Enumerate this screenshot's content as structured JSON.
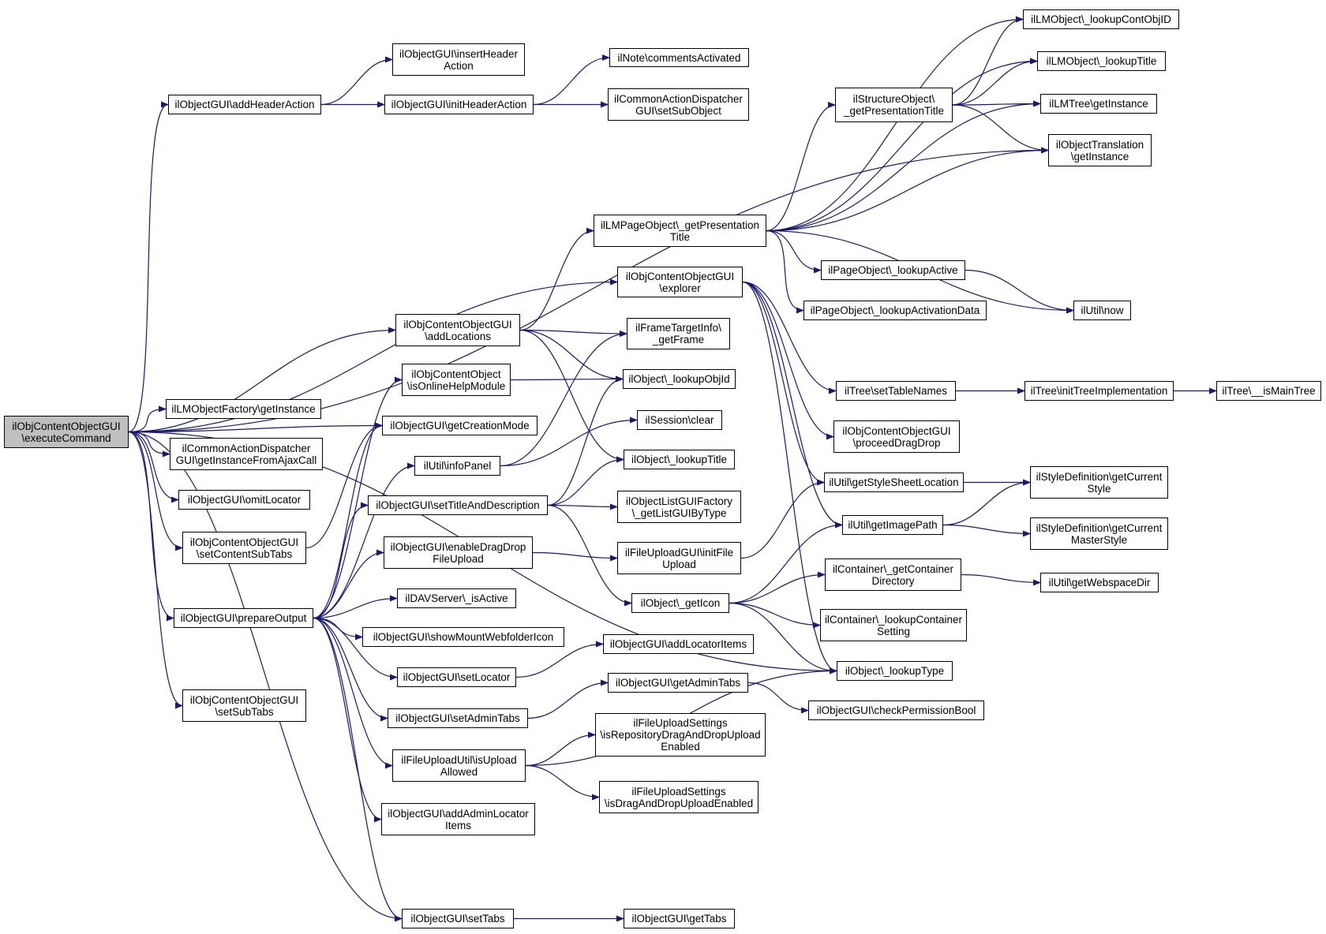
{
  "colors": {
    "edge": "#191970",
    "node_border": "#000000",
    "root_fill": "#bfbfbf"
  },
  "nodes": [
    {
      "id": "root",
      "label": "ilObjContentObjectGUI\n\\executeCommand",
      "root": true
    },
    {
      "id": "addHeaderAction",
      "label": "ilObjectGUI\\addHeaderAction"
    },
    {
      "id": "insertHeaderAction",
      "label": "ilObjectGUI\\insertHeader\nAction"
    },
    {
      "id": "initHeaderAction",
      "label": "ilObjectGUI\\initHeaderAction"
    },
    {
      "id": "commentsActivated",
      "label": "ilNote\\commentsActivated"
    },
    {
      "id": "setSubObject",
      "label": "ilCommonActionDispatcher\nGUI\\setSubObject"
    },
    {
      "id": "lookupContObjID",
      "label": "ilLMObject\\_lookupContObjID"
    },
    {
      "id": "lmLookupTitle",
      "label": "ilLMObject\\_lookupTitle"
    },
    {
      "id": "structPresTitle",
      "label": "ilStructureObject\\\n_getPresentationTitle"
    },
    {
      "id": "lmTreeGetInstance",
      "label": "ilLMTree\\getInstance"
    },
    {
      "id": "objTransGetInstance",
      "label": "ilObjectTranslation\n\\getInstance"
    },
    {
      "id": "lmPagePresTitle",
      "label": "ilLMPageObject\\_getPresentation\nTitle"
    },
    {
      "id": "pageLookupActive",
      "label": "ilPageObject\\_lookupActive"
    },
    {
      "id": "pageLookupActData",
      "label": "ilPageObject\\_lookupActivationData"
    },
    {
      "id": "utilNow",
      "label": "ilUtil\\now"
    },
    {
      "id": "explorer",
      "label": "ilObjContentObjectGUI\n\\explorer"
    },
    {
      "id": "addLocations",
      "label": "ilObjContentObjectGUI\n\\addLocations"
    },
    {
      "id": "getFrame",
      "label": "ilFrameTargetInfo\\\n_getFrame"
    },
    {
      "id": "isOnlineHelp",
      "label": "ilObjContentObject\n\\isOnlineHelpModule"
    },
    {
      "id": "lookupObjId",
      "label": "ilObject\\_lookupObjId"
    },
    {
      "id": "lmObjFactory",
      "label": "ilLMObjectFactory\\getInstance"
    },
    {
      "id": "getCreationMode",
      "label": "ilObjectGUI\\getCreationMode"
    },
    {
      "id": "sessionClear",
      "label": "ilSession\\clear"
    },
    {
      "id": "setTableNames",
      "label": "ilTree\\setTableNames"
    },
    {
      "id": "initTreeImpl",
      "label": "ilTree\\initTreeImplementation"
    },
    {
      "id": "isMainTree",
      "label": "ilTree\\__isMainTree"
    },
    {
      "id": "getInstFromAjax",
      "label": "ilCommonActionDispatcher\nGUI\\getInstanceFromAjaxCall"
    },
    {
      "id": "proceedDragDrop",
      "label": "ilObjContentObjectGUI\n\\proceedDragDrop"
    },
    {
      "id": "infoPanel",
      "label": "ilUtil\\infoPanel"
    },
    {
      "id": "objLookupTitle",
      "label": "ilObject\\_lookupTitle"
    },
    {
      "id": "getStyleSheetLoc",
      "label": "ilUtil\\getStyleSheetLocation"
    },
    {
      "id": "getCurrentStyle",
      "label": "ilStyleDefinition\\getCurrent\nStyle"
    },
    {
      "id": "omitLocator",
      "label": "ilObjectGUI\\omitLocator"
    },
    {
      "id": "setTitleAndDesc",
      "label": "ilObjectGUI\\setTitleAndDescription"
    },
    {
      "id": "getListGUIByType",
      "label": "ilObjectListGUIFactory\n\\_getListGUIByType"
    },
    {
      "id": "setContentSubTabs",
      "label": "ilObjContentObjectGUI\n\\setContentSubTabs"
    },
    {
      "id": "getImagePath",
      "label": "ilUtil\\getImagePath"
    },
    {
      "id": "getCurMasterStyle",
      "label": "ilStyleDefinition\\getCurrent\nMasterStyle"
    },
    {
      "id": "enableDragDrop",
      "label": "ilObjectGUI\\enableDragDrop\nFileUpload"
    },
    {
      "id": "initFileUpload",
      "label": "ilFileUploadGUI\\initFile\nUpload"
    },
    {
      "id": "getContainerDir",
      "label": "ilContainer\\_getContainer\nDirectory"
    },
    {
      "id": "getWebspaceDir",
      "label": "ilUtil\\getWebspaceDir"
    },
    {
      "id": "davIsActive",
      "label": "ilDAVServer\\_isActive"
    },
    {
      "id": "getIcon",
      "label": "ilObject\\_getIcon"
    },
    {
      "id": "prepareOutput",
      "label": "ilObjectGUI\\prepareOutput"
    },
    {
      "id": "lookupContSetting",
      "label": "ilContainer\\_lookupContainer\nSetting"
    },
    {
      "id": "showMountWebfolder",
      "label": "ilObjectGUI\\showMountWebfolderIcon"
    },
    {
      "id": "addLocatorItems",
      "label": "ilObjectGUI\\addLocatorItems"
    },
    {
      "id": "setLocator",
      "label": "ilObjectGUI\\setLocator"
    },
    {
      "id": "lookupType",
      "label": "ilObject\\_lookupType"
    },
    {
      "id": "getAdminTabs",
      "label": "ilObjectGUI\\getAdminTabs"
    },
    {
      "id": "setSubTabs",
      "label": "ilObjContentObjectGUI\n\\setSubTabs"
    },
    {
      "id": "checkPermBool",
      "label": "ilObjectGUI\\checkPermissionBool"
    },
    {
      "id": "setAdminTabs",
      "label": "ilObjectGUI\\setAdminTabs"
    },
    {
      "id": "isRepoDragDrop",
      "label": "ilFileUploadSettings\n\\isRepositoryDragAndDropUpload\nEnabled"
    },
    {
      "id": "isUploadAllowed",
      "label": "ilFileUploadUtil\\isUpload\nAllowed"
    },
    {
      "id": "isDragDropEnabled",
      "label": "ilFileUploadSettings\n\\isDragAndDropUploadEnabled"
    },
    {
      "id": "addAdminLocator",
      "label": "ilObjectGUI\\addAdminLocator\nItems"
    },
    {
      "id": "setTabs",
      "label": "ilObjectGUI\\setTabs"
    },
    {
      "id": "getTabs",
      "label": "ilObjectGUI\\getTabs"
    }
  ],
  "edges": [
    [
      "root",
      "addHeaderAction"
    ],
    [
      "root",
      "objTransGetInstance"
    ],
    [
      "root",
      "explorer"
    ],
    [
      "root",
      "addLocations"
    ],
    [
      "root",
      "getCreationMode"
    ],
    [
      "root",
      "lmObjFactory"
    ],
    [
      "root",
      "getInstFromAjax"
    ],
    [
      "root",
      "omitLocator"
    ],
    [
      "root",
      "setContentSubTabs"
    ],
    [
      "root",
      "prepareOutput"
    ],
    [
      "root",
      "setSubTabs"
    ],
    [
      "root",
      "setTabs"
    ],
    [
      "root",
      "lookupType"
    ],
    [
      "addHeaderAction",
      "insertHeaderAction"
    ],
    [
      "addHeaderAction",
      "initHeaderAction"
    ],
    [
      "initHeaderAction",
      "commentsActivated"
    ],
    [
      "initHeaderAction",
      "setSubObject"
    ],
    [
      "structPresTitle",
      "lookupContObjID"
    ],
    [
      "structPresTitle",
      "lmLookupTitle"
    ],
    [
      "structPresTitle",
      "lmTreeGetInstance"
    ],
    [
      "structPresTitle",
      "objTransGetInstance"
    ],
    [
      "lmPagePresTitle",
      "lookupContObjID"
    ],
    [
      "lmPagePresTitle",
      "lmLookupTitle"
    ],
    [
      "lmPagePresTitle",
      "structPresTitle"
    ],
    [
      "lmPagePresTitle",
      "lmTreeGetInstance"
    ],
    [
      "lmPagePresTitle",
      "objTransGetInstance"
    ],
    [
      "lmPagePresTitle",
      "pageLookupActive"
    ],
    [
      "lmPagePresTitle",
      "pageLookupActData"
    ],
    [
      "lmPagePresTitle",
      "utilNow"
    ],
    [
      "pageLookupActive",
      "utilNow"
    ],
    [
      "explorer",
      "setTableNames"
    ],
    [
      "explorer",
      "proceedDragDrop"
    ],
    [
      "explorer",
      "getStyleSheetLoc"
    ],
    [
      "explorer",
      "getImagePath"
    ],
    [
      "explorer",
      "lookupType"
    ],
    [
      "addLocations",
      "lmPagePresTitle"
    ],
    [
      "addLocations",
      "getFrame"
    ],
    [
      "addLocations",
      "lookupObjId"
    ],
    [
      "addLocations",
      "objLookupTitle"
    ],
    [
      "isOnlineHelp",
      "lookupObjId"
    ],
    [
      "setTableNames",
      "initTreeImpl"
    ],
    [
      "initTreeImpl",
      "isMainTree"
    ],
    [
      "infoPanel",
      "sessionClear"
    ],
    [
      "infoPanel",
      "getFrame"
    ],
    [
      "getStyleSheetLoc",
      "getCurrentStyle"
    ],
    [
      "getImagePath",
      "getCurrentStyle"
    ],
    [
      "getImagePath",
      "getCurMasterStyle"
    ],
    [
      "setTitleAndDesc",
      "objLookupTitle"
    ],
    [
      "setTitleAndDesc",
      "getListGUIByType"
    ],
    [
      "setTitleAndDesc",
      "getIcon"
    ],
    [
      "setTitleAndDesc",
      "lookupObjId"
    ],
    [
      "setContentSubTabs",
      "getCreationMode"
    ],
    [
      "enableDragDrop",
      "initFileUpload"
    ],
    [
      "initFileUpload",
      "getStyleSheetLoc"
    ],
    [
      "getContainerDir",
      "getWebspaceDir"
    ],
    [
      "getIcon",
      "getImagePath"
    ],
    [
      "getIcon",
      "getContainerDir"
    ],
    [
      "getIcon",
      "lookupContSetting"
    ],
    [
      "getIcon",
      "lookupType"
    ],
    [
      "prepareOutput",
      "isOnlineHelp"
    ],
    [
      "prepareOutput",
      "getCreationMode"
    ],
    [
      "prepareOutput",
      "infoPanel"
    ],
    [
      "prepareOutput",
      "setTitleAndDesc"
    ],
    [
      "prepareOutput",
      "enableDragDrop"
    ],
    [
      "prepareOutput",
      "davIsActive"
    ],
    [
      "prepareOutput",
      "showMountWebfolder"
    ],
    [
      "prepareOutput",
      "setLocator"
    ],
    [
      "prepareOutput",
      "setAdminTabs"
    ],
    [
      "prepareOutput",
      "isUploadAllowed"
    ],
    [
      "prepareOutput",
      "addAdminLocator"
    ],
    [
      "prepareOutput",
      "setTabs"
    ],
    [
      "setLocator",
      "addLocatorItems"
    ],
    [
      "setAdminTabs",
      "getAdminTabs"
    ],
    [
      "getAdminTabs",
      "checkPermBool"
    ],
    [
      "isUploadAllowed",
      "isRepoDragDrop"
    ],
    [
      "isUploadAllowed",
      "isDragDropEnabled"
    ],
    [
      "isUploadAllowed",
      "lookupType"
    ],
    [
      "setTabs",
      "getTabs"
    ]
  ]
}
